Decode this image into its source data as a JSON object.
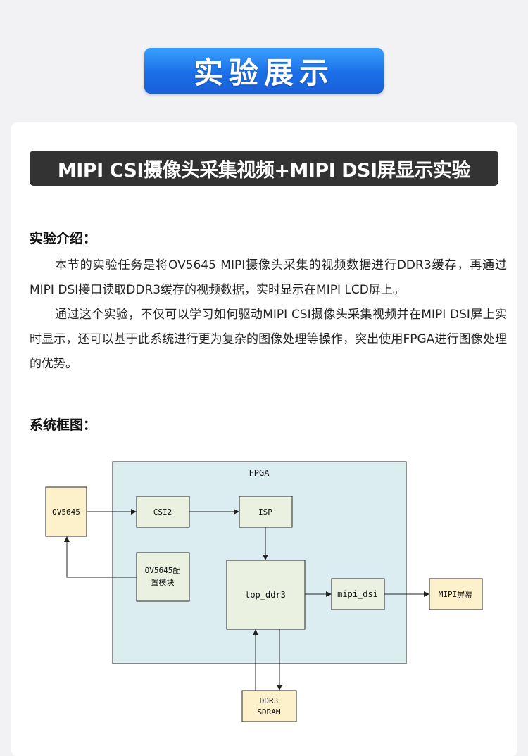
{
  "banner": {
    "title": "实验展示"
  },
  "heading": {
    "title": "MIPI CSI摄像头采集视频+MIPI DSI屏显示实验"
  },
  "intro": {
    "label": "实验介绍：",
    "paragraphs": [
      "本节的实验任务是将OV5645 MIPI摄像头采集的视频数据进行DDR3缓存，再通过MIPI DSI接口读取DDR3缓存的视频数据，实时显示在MIPI LCD屏上。",
      "通过这个实验，不仅可以学习如何驱动MIPI CSI摄像头采集视频并在MIPI DSI屏上实时显示，还可以基于此系统进行更为复杂的图像处理等操作，突出使用FPGA进行图像处理的优势。"
    ]
  },
  "diagram_section": {
    "label": "系统框图："
  },
  "diagram": {
    "fpga_label": "FPGA",
    "blocks": {
      "ov5645": "OV5645",
      "csi2": "CSI2",
      "isp": "ISP",
      "config_line1": "OV5645配",
      "config_line2": "置模块",
      "top_ddr3": "top_ddr3",
      "mipi_dsi": "mipi_dsi",
      "mipi_screen": "MIPI屏幕",
      "ddr3_line1": "DDR3",
      "ddr3_line2": "SDRAM"
    },
    "colors": {
      "fpga_fill": "#dcedf2",
      "inner_fill": "#eaf1e0",
      "external_fill": "#fdf1cc",
      "stroke": "#222222"
    }
  }
}
